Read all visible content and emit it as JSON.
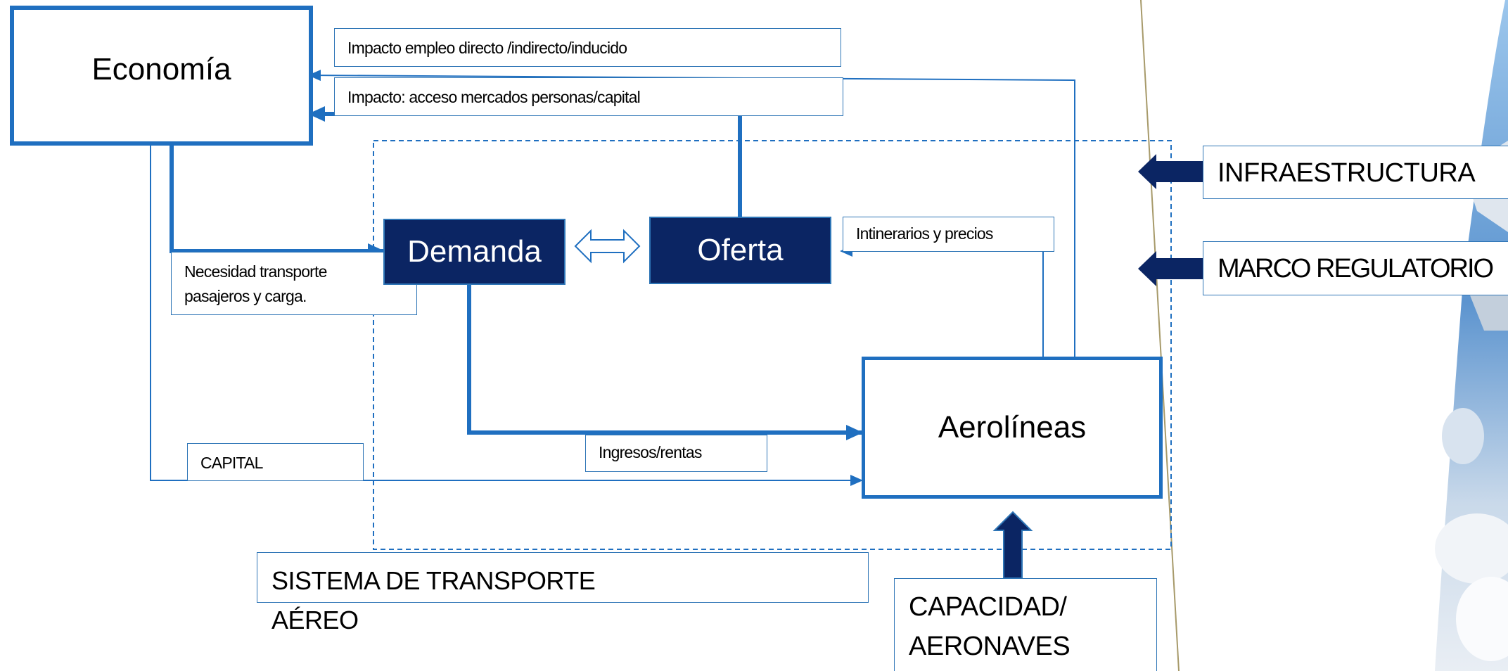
{
  "nodes": {
    "economia": "Economía",
    "demanda": "Demanda",
    "oferta": "Oferta",
    "aerolineas": "Aerolíneas"
  },
  "labels": {
    "impacto_empleo": "Impacto empleo directo /indirecto/inducido",
    "impacto_acceso": "Impacto: acceso mercados personas/capital",
    "intinerarios": "Intinerarios y precios",
    "necesidad_line1": "Necesidad transporte",
    "necesidad_line2": "pasajeros y carga.",
    "capital": "CAPITAL",
    "ingresos": "Ingresos/rentas"
  },
  "external": {
    "infraestructura": "INFRAESTRUCTURA",
    "marco": "MARCO REGULATORIO",
    "capacidad_line1": "CAPACIDAD/",
    "capacidad_line2": "AERONAVES"
  },
  "system": {
    "line1": "SISTEMA DE TRANSPORTE",
    "line2": "AÉREO"
  },
  "colors": {
    "line": "#1f6fc0",
    "dark_box": "#0b2563",
    "border": "#2e75b6"
  }
}
